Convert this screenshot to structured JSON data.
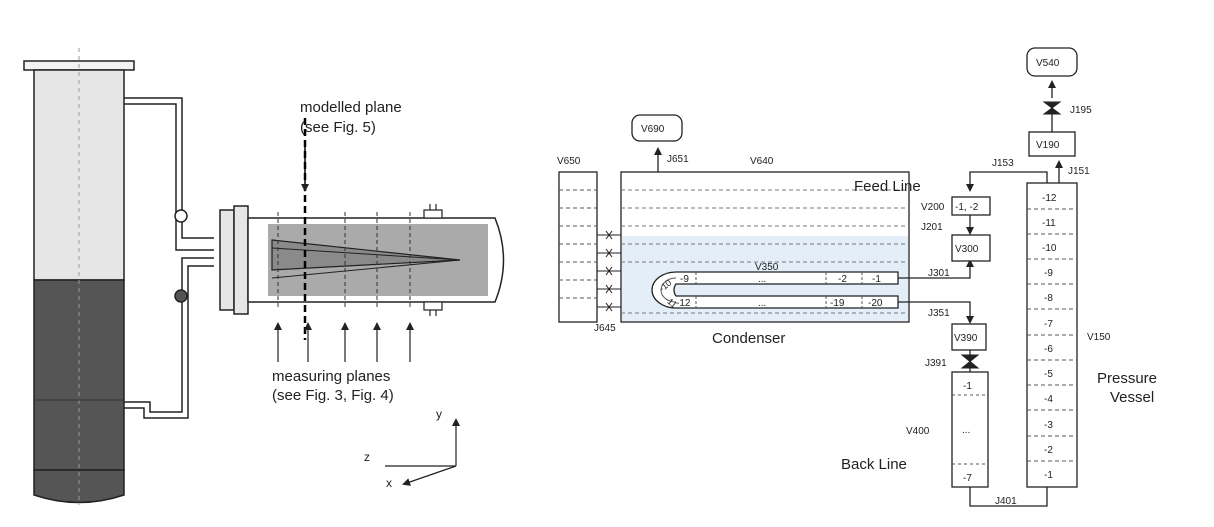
{
  "left_figure": {
    "modelled_plane_line1": "modelled plane",
    "modelled_plane_line2": "(see Fig. 5)",
    "measuring_planes_line1": "measuring planes",
    "measuring_planes_line2": "(see Fig. 3, Fig. 4)",
    "axis_y": "y",
    "axis_z": "z",
    "axis_x": "x"
  },
  "right_figure": {
    "components": {
      "V690": "V690",
      "J651": "J651",
      "V640": "V640",
      "V650": "V650",
      "J645": "J645",
      "V350": "V350",
      "condenser": "Condenser",
      "feed_line": "Feed Line",
      "V200": "V200",
      "V200_cells": "-1, -2",
      "J201": "J201",
      "V300": "V300",
      "J301": "J301",
      "J351": "J351",
      "V390": "V390",
      "J391": "J391",
      "V400": "V400",
      "back_line": "Back Line",
      "J401": "J401",
      "V540": "V540",
      "J195": "J195",
      "V190": "V190",
      "J153": "J153",
      "J151": "J151",
      "V150": "V150",
      "pressure_vessel_line1": "Pressure",
      "pressure_vessel_line2": "Vessel"
    },
    "tube_upper_cells": [
      "-9",
      "...",
      "-2",
      "-1"
    ],
    "tube_lower_cells": [
      "-12",
      "...",
      "-19",
      "-20"
    ],
    "tube_bend_cells": [
      "-10",
      "-11"
    ],
    "back_line_cells": [
      "-1",
      "...",
      "-7"
    ],
    "pressure_vessel_cells": [
      "-12",
      "-11",
      "-10",
      "-9",
      "-8",
      "-7",
      "-6",
      "-5",
      "-4",
      "-3",
      "-2",
      "-1"
    ],
    "colors": {
      "liquid": "#555555",
      "gas": "#e6e6e6",
      "condenser_water": "#e3eef8",
      "line": "#222222"
    }
  }
}
